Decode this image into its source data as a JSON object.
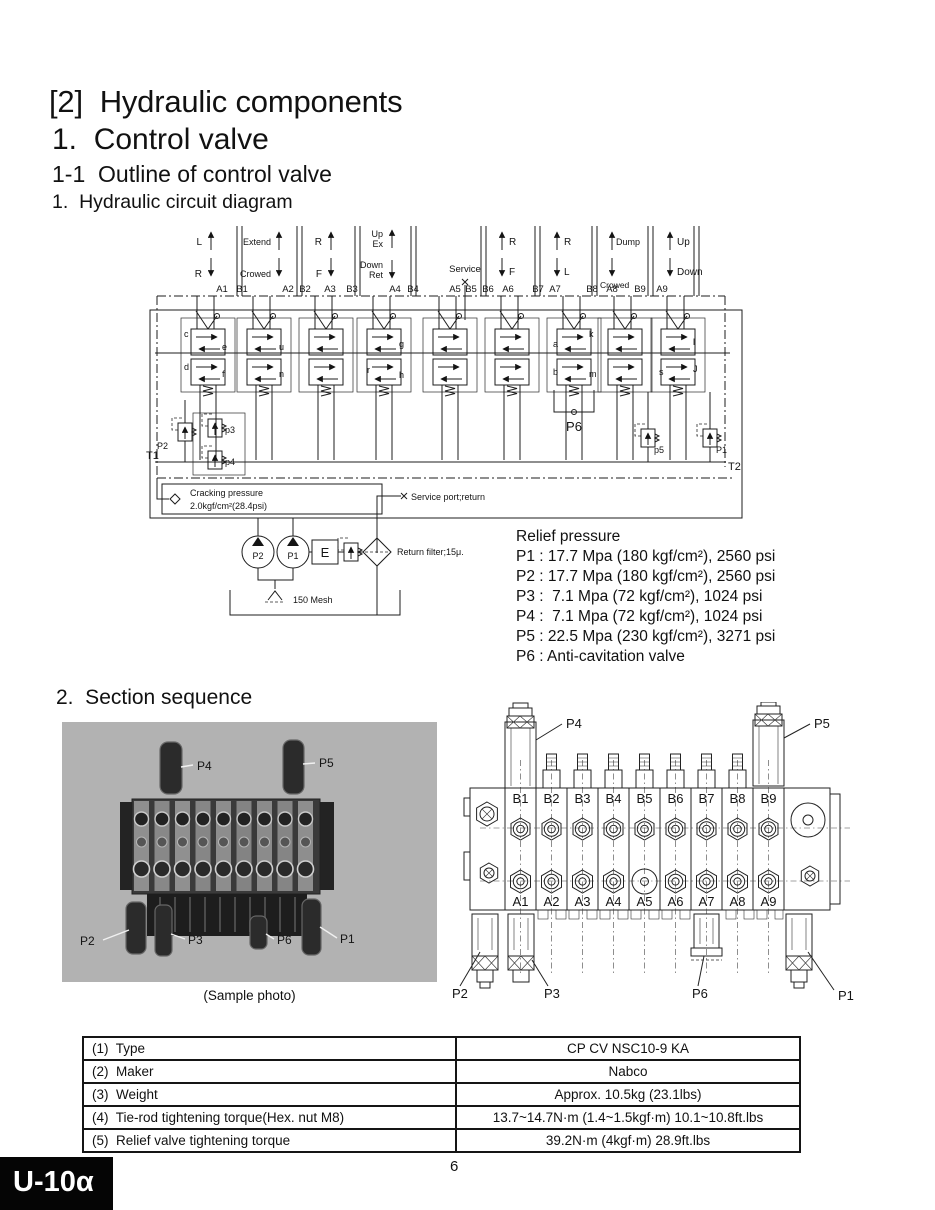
{
  "headings": {
    "h1": "[2]  Hydraulic components",
    "h2": "1.  Control valve",
    "h3": "1-1  Outline of control valve",
    "h4": "1.  Hydraulic circuit diagram",
    "section2": "2.  Section sequence"
  },
  "circuit": {
    "groups": [
      {
        "up": "L",
        "down": "R"
      },
      {
        "up": "Extend",
        "down": "Crowed"
      },
      {
        "up": "R",
        "down": "F"
      },
      {
        "up_l1": "Up",
        "up_l2": "Ex",
        "down_l1": "Down",
        "down_l2": "Ret"
      },
      {
        "up": "R",
        "down": "F"
      },
      {
        "up": "R",
        "down": "L"
      },
      {
        "up": "Dump",
        "down": "Crowed"
      },
      {
        "up": "Up",
        "down": "Down"
      }
    ],
    "service_label": "Service",
    "ports": [
      "A1",
      "B1",
      "A2",
      "B2",
      "A3",
      "B3",
      "A4",
      "B4",
      "A5",
      "B5",
      "B6",
      "A6",
      "B7",
      "A7",
      "B8",
      "A8",
      "B9",
      "A9"
    ],
    "spool_letters": [
      "c",
      "e",
      "d",
      "f",
      "u",
      "n",
      "g",
      "r",
      "h",
      "a",
      "k",
      "b",
      "m",
      "l",
      "s",
      "J"
    ],
    "relief_labels": [
      "P2",
      "p3",
      "p4",
      "P6",
      "p5",
      "P1"
    ],
    "tanks": {
      "t1": "T1",
      "t2": "T2"
    },
    "cracking_line1": "Cracking pressure",
    "cracking_line2": "2.0kgf/cm²(28.4psi)",
    "service_return": "Service port;return",
    "pump_left": "P2",
    "pump_right": "P1",
    "engine": "E",
    "return_filter": "Return filter;15μ.",
    "mesh": "150 Mesh"
  },
  "relief_pressure": {
    "title": "Relief pressure",
    "items": [
      "P1 : 17.7 Mpa (180 kgf/cm²), 2560 psi",
      "P2 : 17.7 Mpa (180 kgf/cm²), 2560 psi",
      "P3 :  7.1 Mpa (72 kgf/cm²), 1024 psi",
      "P4 :  7.1 Mpa (72 kgf/cm²), 1024 psi",
      "P5 : 22.5 Mpa (230 kgf/cm²), 3271 psi",
      "P6 : Anti-cavitation valve"
    ]
  },
  "photo": {
    "caption": "(Sample photo)",
    "labels": [
      "P4",
      "P5",
      "P2",
      "P3",
      "P6",
      "P1"
    ]
  },
  "drawing": {
    "b_ports": [
      "B1",
      "B2",
      "B3",
      "B4",
      "B5",
      "B6",
      "B7",
      "B8",
      "B9"
    ],
    "a_ports": [
      "A1",
      "A2",
      "A3",
      "A4",
      "A5",
      "A6",
      "A7",
      "A8",
      "A9"
    ],
    "corner_labels": [
      "P4",
      "P5",
      "P2",
      "P3",
      "P6",
      "P1"
    ]
  },
  "spec_table": {
    "rows": [
      {
        "label": "(1)  Type",
        "value": "CP CV NSC10-9 KA"
      },
      {
        "label": "(2)  Maker",
        "value": "Nabco"
      },
      {
        "label": "(3)  Weight",
        "value": "Approx. 10.5kg (23.1lbs)"
      },
      {
        "label": "(4)  Tie-rod tightening torque(Hex. nut M8)",
        "value": "13.7~14.7N·m (1.4~1.5kgf·m) 10.1~10.8ft.lbs"
      },
      {
        "label": "(5)  Relief valve tightening torque",
        "value": "39.2N·m (4kgf·m) 28.9ft.lbs"
      }
    ]
  },
  "footer": {
    "model": "U-10α",
    "page_number": "6"
  }
}
